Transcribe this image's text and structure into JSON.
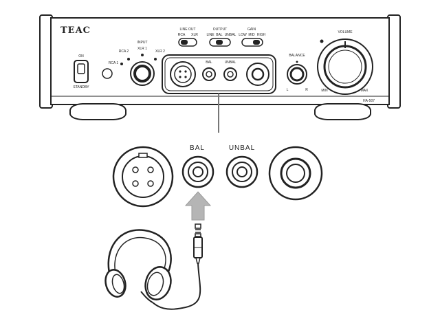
{
  "device": {
    "brand": "TEAC",
    "model": "HA-507",
    "power": {
      "top_label": "ON",
      "bottom_label": "STANDBY"
    },
    "input": {
      "title": "INPUT",
      "labels": {
        "rca1": "RCA 1",
        "rca2": "RCA 2",
        "xlr1": "XLR 1",
        "xlr2": "XLR 2"
      }
    },
    "switches": {
      "line_out": {
        "title": "LINE OUT",
        "options": [
          "RCA",
          "XLR"
        ]
      },
      "output": {
        "title": "OUTPUT",
        "options": [
          "LINE",
          "BAL",
          "UNBAL"
        ]
      },
      "gain": {
        "title": "GAIN",
        "options": [
          "LOW",
          "MID",
          "HIGH"
        ]
      }
    },
    "outputs": {
      "bal": "BAL",
      "unbal": "UNBAL"
    },
    "balance": {
      "title": "BALANCE",
      "left": "L",
      "right": "R"
    },
    "volume": {
      "title": "VOLUME",
      "min": "MIN",
      "max": "MAX"
    }
  },
  "detail": {
    "bal_label": "BAL",
    "unbal_label": "UNBAL"
  }
}
